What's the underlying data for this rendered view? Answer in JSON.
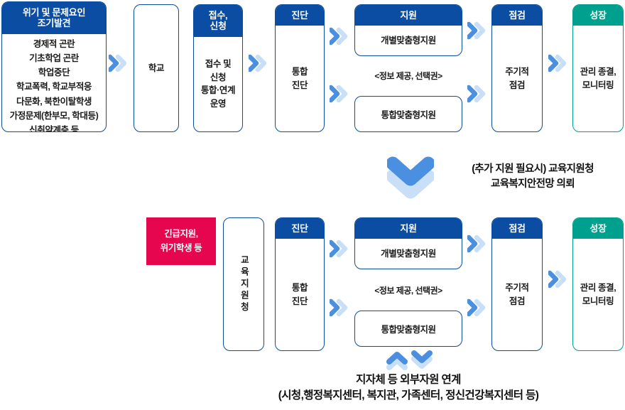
{
  "colors": {
    "navy": "#0B4DA2",
    "teal": "#00A08E",
    "pink": "#E6054F",
    "chevron_dark": "#4B8FE0",
    "chevron_light": "#C9DFF7"
  },
  "row1": {
    "risk_box": {
      "header": "위기 및 문제요인\n조기발견",
      "items": [
        "경제적 곤란",
        "기초학업 곤란",
        "학업중단",
        "학교폭력, 학교부적응",
        "다문화, 북한이탈학생",
        "가정문제(한부모, 학대등)",
        "신취약계층 등"
      ]
    },
    "school_box": {
      "body": "학교"
    },
    "intake_box": {
      "header": "접수,\n신청",
      "body": "접수 및\n신청\n통합·연계\n운영"
    },
    "diagnosis_box": {
      "header": "진단",
      "body": "통합\n진단"
    },
    "support_box": {
      "header": "지원",
      "top_item": "개별맞춤형지원",
      "mid_label": "<정보 제공, 선택권>",
      "bottom_item": "통합맞춤형지원"
    },
    "check_box": {
      "header": "점검",
      "body": "주기적\n점검"
    },
    "growth_box": {
      "header": "성장",
      "body": "관리 종결,\n모니터링"
    }
  },
  "transition": {
    "text": "(추가 지원 필요시) 교육지원청\n교육복지안전망 의뢰"
  },
  "row2": {
    "urgent_box": {
      "body": "긴급지원,\n위기학생 등"
    },
    "office_box": {
      "body": "교육지원청"
    },
    "diagnosis_box": {
      "header": "진단",
      "body": "통합\n진단"
    },
    "support_box": {
      "header": "지원",
      "top_item": "개별맞춤형지원",
      "mid_label": "<정보 제공, 선택권>",
      "bottom_item": "통합맞춤형지원"
    },
    "check_box": {
      "header": "점검",
      "body": "주기적\n점검"
    },
    "growth_box": {
      "header": "성장",
      "body": "관리 종결,\n모니터링"
    }
  },
  "footer": {
    "text": "지자체 등 외부자원 연계\n(시청,행정복지센터, 복지관, 가족센터, 정신건강복지센터 등)"
  }
}
